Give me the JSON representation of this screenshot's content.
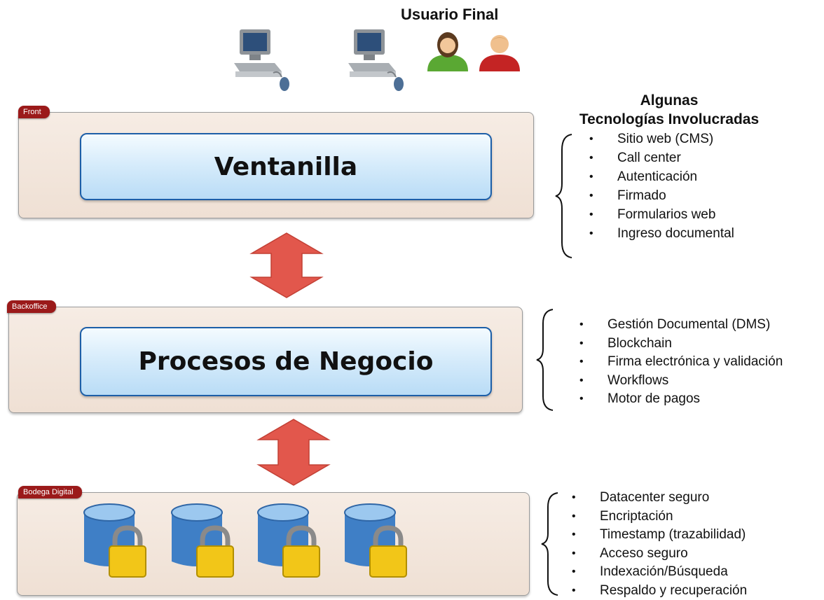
{
  "header": {
    "user_title": "Usuario Final"
  },
  "layers": [
    {
      "tag": "Front",
      "title": "Ventanilla"
    },
    {
      "tag": "Backoffice",
      "title": "Procesos de Negocio"
    },
    {
      "tag": "Bodega Digital",
      "title": ""
    }
  ],
  "technologies": {
    "heading_line1": "Algunas",
    "heading_line2": "Tecnologías Involucradas",
    "front": [
      "Sitio web (CMS)",
      "Call center",
      "Autenticación",
      "Firmado",
      "Formularios web",
      "Ingreso documental"
    ],
    "backoffice": [
      "Gestión Documental (DMS)",
      "Blockchain",
      "Firma electrónica y validación",
      "Workflows",
      "Motor de pagos"
    ],
    "storage": [
      "Datacenter seguro",
      "Encriptación",
      "Timestamp (trazabilidad)",
      "Acceso seguro",
      "Indexación/Búsqueda",
      "Respaldo y recuperación"
    ]
  },
  "colors": {
    "tag_bg": "#9b1a1a",
    "panel_bg": "#f2e4d8",
    "inner_border": "#1d5fa8",
    "arrow_fill": "#e2574c",
    "database": "#3f7fc6",
    "lock": "#f2c618"
  },
  "icons": [
    "computer-icon",
    "computer-icon",
    "user-female-icon",
    "user-male-icon",
    "database-lock-icon",
    "double-arrow-icon",
    "brace-icon"
  ]
}
